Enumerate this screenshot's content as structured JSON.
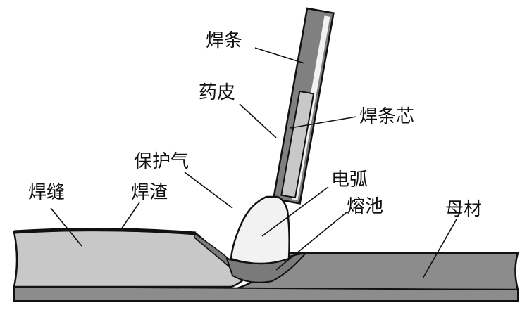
{
  "labels": {
    "electrode": "焊条",
    "coating": "药皮",
    "core_wire": "焊条芯",
    "shielding_gas": "保护气",
    "weld_bead": "焊缝",
    "slag": "焊渣",
    "arc": "电弧",
    "weld_pool": "熔池",
    "base_metal": "母材"
  },
  "colors": {
    "electrode_body": "#808080",
    "coating_edge": "#f2f2f2",
    "core_wire": "#c8c8c8",
    "arc": "#f2f2f2",
    "weld_bead": "#c8c8c8",
    "base_metal": "#8c8c8c",
    "weld_pool": "#7a7a7a",
    "outline": "#111111"
  }
}
